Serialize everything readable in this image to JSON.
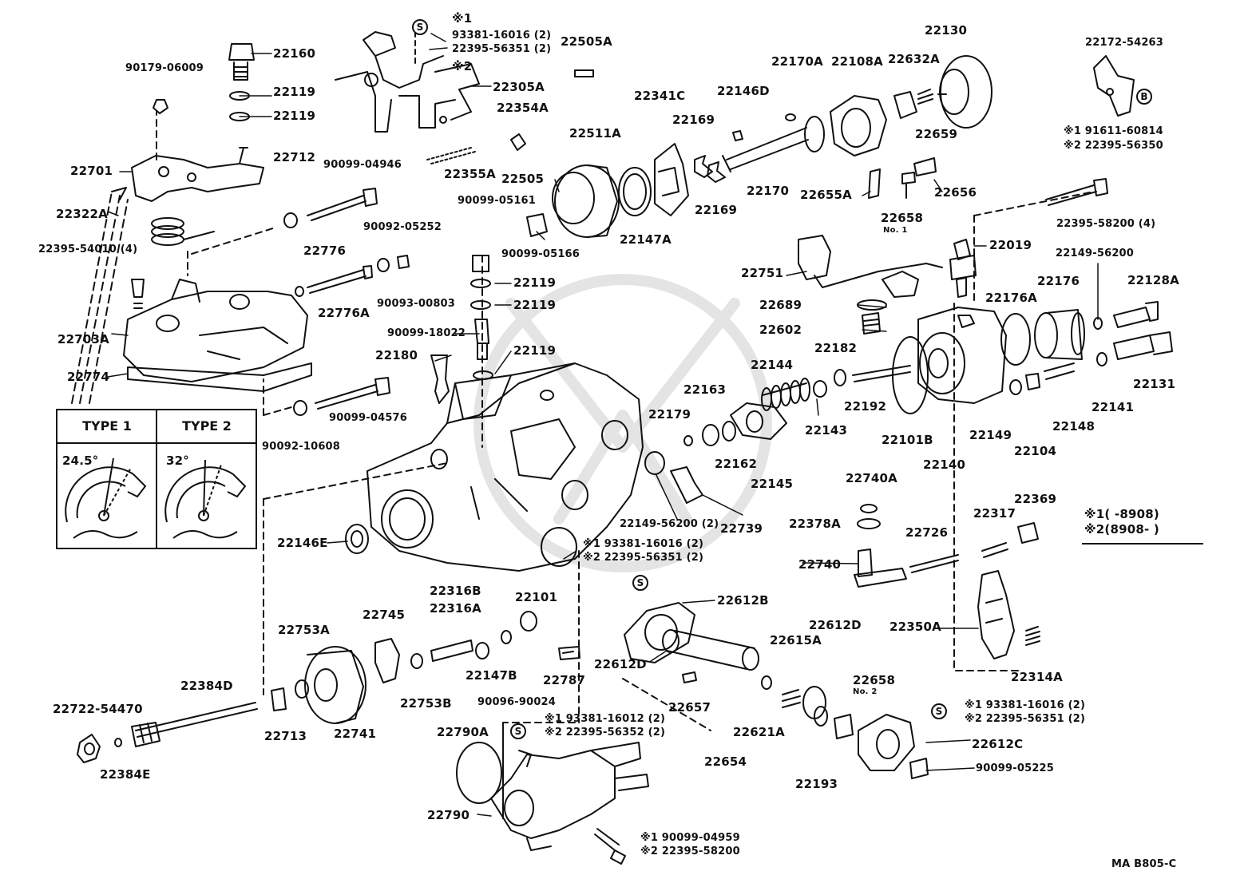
{
  "diagram": {
    "code": "MA  B805-C",
    "legend": {
      "line1": "※1(      -8908)",
      "line2": "※2(8908-      )"
    },
    "type_panel": {
      "type1": "TYPE  1",
      "type2": "TYPE  2",
      "angle1": "24.5°",
      "angle2": "32°"
    },
    "circle_marks": {
      "s": "S",
      "b": "B"
    },
    "part_labels": [
      "22160",
      "90179-06009",
      "22119",
      "22119",
      "22701",
      "22712",
      "90099-04946",
      "22322A",
      "22395-54010 (4)",
      "22776",
      "90092-05252",
      "22776A",
      "90093-00803",
      "22703A",
      "22774",
      "90099-04576",
      "90092-10608",
      "※1",
      "93381-16016 (2)",
      "22395-56351 (2)",
      "※2",
      "22305A",
      "22505A",
      "22354A",
      "22355A",
      "22505",
      "90099-05161",
      "90099-05166",
      "22511A",
      "22341C",
      "22147A",
      "22146D",
      "22169",
      "22169",
      "22170A",
      "22108A",
      "22632A",
      "22130",
      "22659",
      "22170",
      "22655A",
      "22658",
      "No. 1",
      "22656",
      "22172-54263",
      "※1 91611-60814",
      "※2 22395-56350",
      "22395-58200 (4)",
      "22119",
      "22119",
      "90099-18022",
      "22119",
      "22180",
      "22751",
      "22019",
      "22689",
      "22602",
      "22149-56200",
      "22176",
      "22128A",
      "22176A",
      "22144",
      "22182",
      "22163",
      "22179",
      "22143",
      "22192",
      "22101B",
      "22140",
      "22149",
      "22104",
      "22148",
      "22141",
      "22131",
      "22162",
      "22145",
      "22149-56200 (2)",
      "22739",
      "22740A",
      "22378A",
      "22740",
      "22726",
      "22317",
      "22369",
      "22146E",
      "※1 93381-16016 (2)",
      "※2 22395-56351 (2)",
      "22101",
      "22612B",
      "22316B",
      "22316A",
      "22745",
      "22753A",
      "22147B",
      "22787",
      "90096-90024",
      "22753B",
      "22612D",
      "22615A",
      "22612D",
      "22350A",
      "22314A",
      "22384D",
      "22722-54470",
      "22713",
      "22741",
      "22384E",
      "22657",
      "22621A",
      "22654",
      "22193",
      "22658",
      "No. 2",
      "※1 93381-16016 (2)",
      "※2 22395-56351 (2)",
      "22612C",
      "90099-05225",
      "22790A",
      "※1 93381-16012 (2)",
      "※2 22395-56352 (2)",
      "22790",
      "※1 90099-04959",
      "※2 22395-58200"
    ]
  }
}
